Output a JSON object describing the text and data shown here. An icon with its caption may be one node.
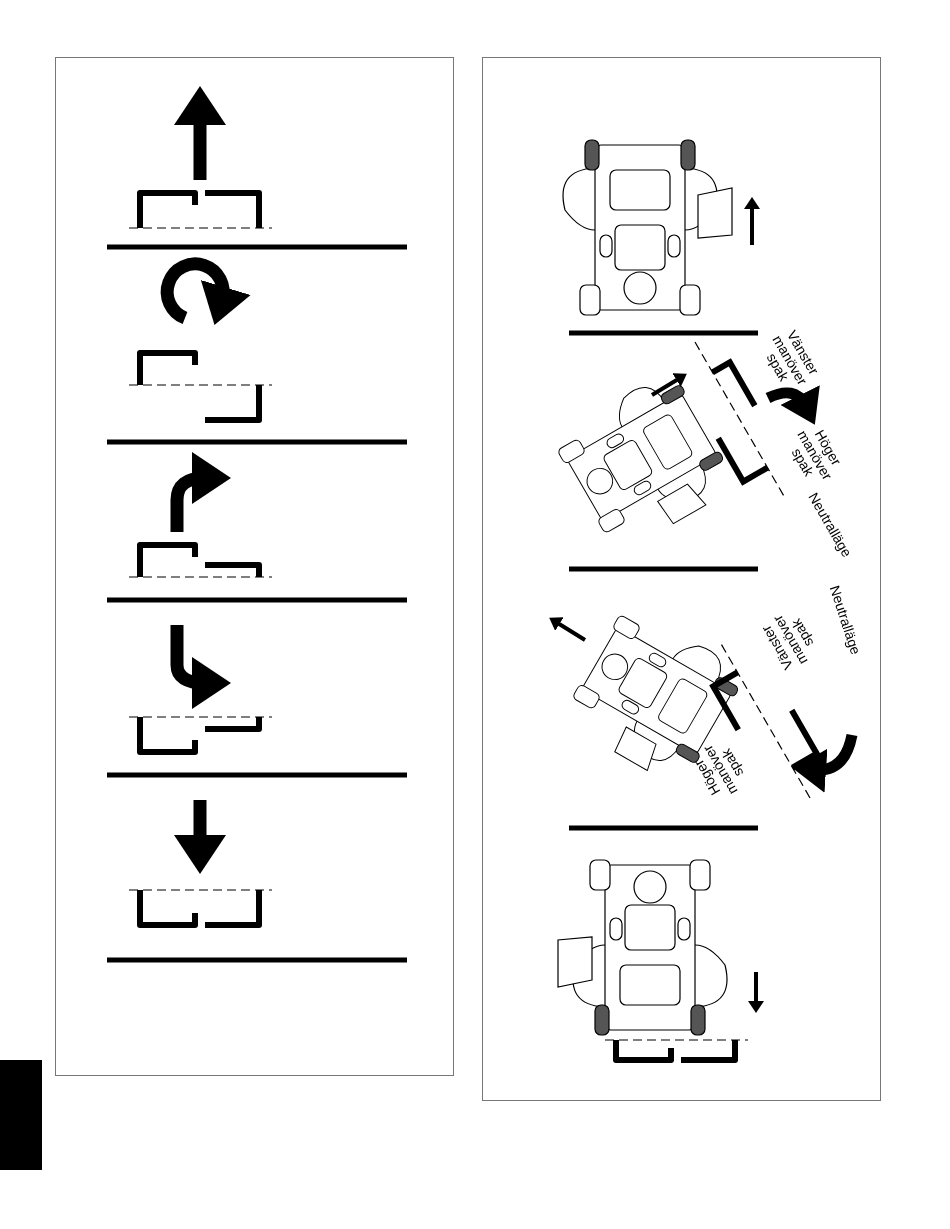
{
  "diagram": {
    "labels": [
      "Vänster manöver spak",
      "Höger manöver spak",
      "Neutralläge",
      "Neutralläge",
      "Vänster manöver spak",
      "Höger manöver spak"
    ]
  }
}
